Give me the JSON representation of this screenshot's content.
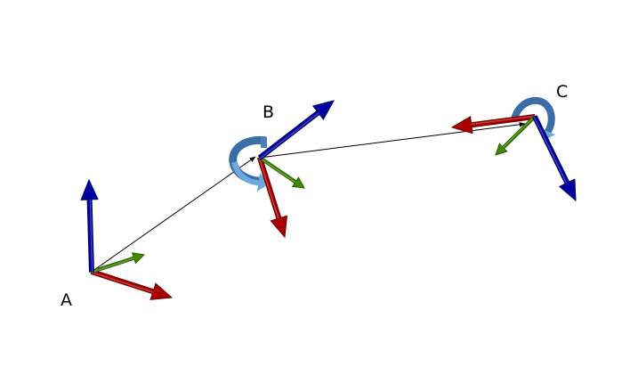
{
  "labels": {
    "a": "A",
    "b": "B",
    "c": "C"
  },
  "colors": {
    "x_axis": "#a80000",
    "x_axis_dark": "#6a0000",
    "y_axis": "#3f8a00",
    "y_axis_dark": "#2a5e00",
    "z_axis": "#0000a0",
    "z_axis_dark": "#00006a",
    "rotation_dark": "#3b6ea6",
    "rotation_light": "#6ea8e0",
    "connector": "#000000"
  },
  "icons": {
    "frame_b_rotation": "curved-rotation-arrow-icon",
    "frame_c_rotation": "curved-rotation-arrow-icon"
  }
}
